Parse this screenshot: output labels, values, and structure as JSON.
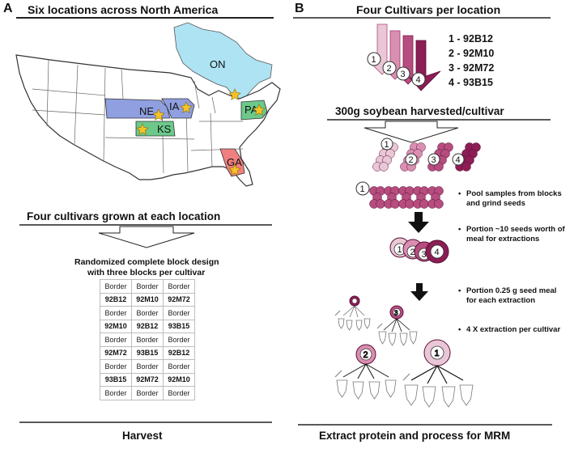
{
  "panel_a": {
    "letter": "A",
    "title": "Six locations across North America",
    "locations": [
      {
        "code": "ON",
        "color": "#aee3f3"
      },
      {
        "code": "NE",
        "color": "#8f9fe0"
      },
      {
        "code": "IA",
        "color": "#8f9fe0"
      },
      {
        "code": "PA",
        "color": "#6cc98a"
      },
      {
        "code": "KS",
        "color": "#6cc98a"
      },
      {
        "code": "GA",
        "color": "#f07f7f"
      }
    ],
    "grown_label": "Four cultivars grown at each location",
    "design_title_1": "Randomized complete block design",
    "design_title_2": "with three blocks per cultivar",
    "design_table": [
      [
        "Border",
        "Border",
        "Border"
      ],
      [
        "92B12",
        "92M10",
        "92M72"
      ],
      [
        "Border",
        "Border",
        "Border"
      ],
      [
        "92M10",
        "92B12",
        "93B15"
      ],
      [
        "Border",
        "Border",
        "Border"
      ],
      [
        "92M72",
        "93B15",
        "92B12"
      ],
      [
        "Border",
        "Border",
        "Border"
      ],
      [
        "93B15",
        "92M72",
        "92M10"
      ],
      [
        "Border",
        "Border",
        "Border"
      ]
    ],
    "harvest_label": "Harvest"
  },
  "panel_b": {
    "letter": "B",
    "title": "Four Cultivars per location",
    "cultivars": [
      {
        "num": "1",
        "label": "1 - 92B12"
      },
      {
        "num": "2",
        "label": "2 - 92M10"
      },
      {
        "num": "3",
        "label": "3 - 92M72"
      },
      {
        "num": "4",
        "label": "4 - 93B15"
      }
    ],
    "harvested_label": "300g soybean harvested/cultivar",
    "notes": [
      {
        "bullet": "•",
        "text": "Pool samples from blocks and grind seeds"
      },
      {
        "bullet": "•",
        "text": "Portion ~10 seeds worth of meal for extractions"
      },
      {
        "bullet": "•",
        "text": "Portion  0.25 g seed meal for each extraction"
      },
      {
        "bullet": "•",
        "text": "4 X extraction per cultivar"
      }
    ],
    "final_label": "Extract protein and process for MRM",
    "colors": {
      "c1": "#e9c7d6",
      "c2": "#d98fb1",
      "c3": "#b64d7e",
      "c4": "#8c1d55"
    }
  }
}
